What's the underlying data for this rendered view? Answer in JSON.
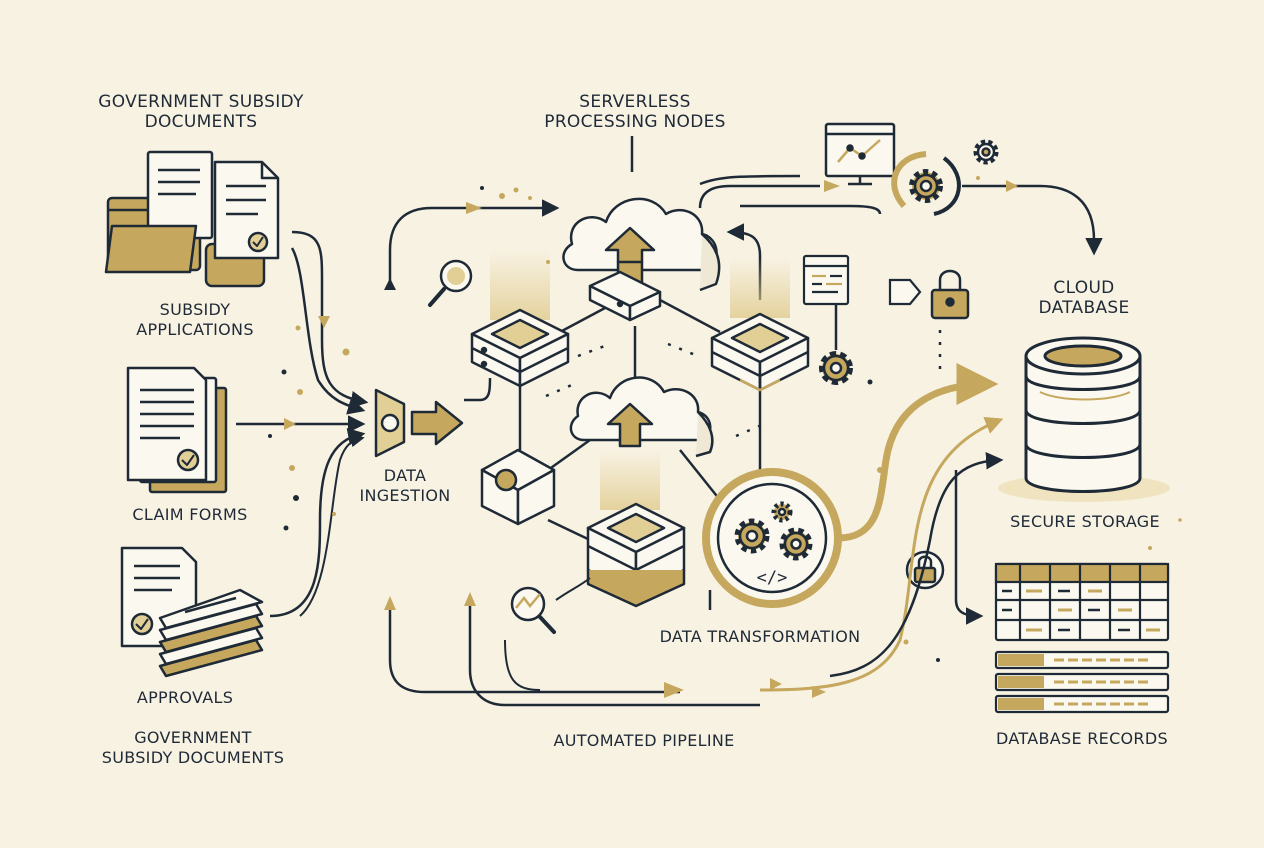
{
  "labels": {
    "gov_docs_top_1": "GOVERNMENT SUBSIDY",
    "gov_docs_top_2": "DOCUMENTS",
    "subsidy_apps_1": "SUBSIDY",
    "subsidy_apps_2": "APPLICATIONS",
    "claim_forms": "CLAIM FORMS",
    "approvals": "APPROVALS",
    "gov_docs_bottom_1": "GOVERNMENT",
    "gov_docs_bottom_2": "SUBSIDY DOCUMENTS",
    "serverless_1": "SERVERLESS",
    "serverless_2": "PROCESSING NODES",
    "data_ingestion_1": "DATA",
    "data_ingestion_2": "INGESTION",
    "data_transformation": "DATA TRANSFORMATION",
    "automated_pipeline": "AUTOMATED PIPELINE",
    "cloud_db_1": "CLOUD",
    "cloud_db_2": "DATABASE",
    "secure_storage": "SECURE STORAGE",
    "database_records": "DATABASE RECORDS",
    "code_symbol": "</>"
  },
  "colors": {
    "background": "#f8f2e3",
    "ink": "#1f2a37",
    "gold": "#c5a85d",
    "gold_light": "#e2cf96",
    "paper": "#fbf8ef"
  }
}
